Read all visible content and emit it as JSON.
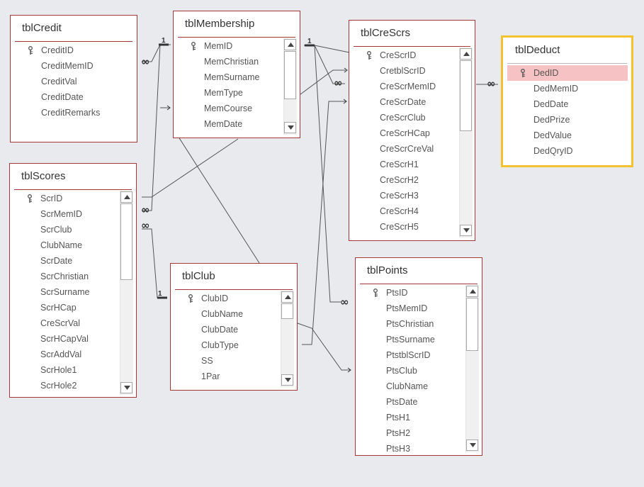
{
  "tables": {
    "credit": {
      "name": "tblCredit",
      "fields": [
        "CreditID",
        "CreditMemID",
        "CreditVal",
        "CreditDate",
        "CreditRemarks"
      ]
    },
    "membership": {
      "name": "tblMembership",
      "fields": [
        "MemID",
        "MemChristian",
        "MemSurname",
        "MemType",
        "MemCourse",
        "MemDate"
      ]
    },
    "crescrs": {
      "name": "tblCreScrs",
      "fields": [
        "CreScrID",
        "CretblScrID",
        "CreScrMemID",
        "CreScrDate",
        "CreScrClub",
        "CreScrHCap",
        "CreScrCreVal",
        "CreScrH1",
        "CreScrH2",
        "CreScrH3",
        "CreScrH4",
        "CreScrH5"
      ]
    },
    "deduct": {
      "name": "tblDeduct",
      "fields": [
        "DedID",
        "DedMemID",
        "DedDate",
        "DedPrize",
        "DedValue",
        "DedQryID"
      ]
    },
    "scores": {
      "name": "tblScores",
      "fields": [
        "ScrID",
        "ScrMemID",
        "ScrClub",
        "ClubName",
        "ScrDate",
        "ScrChristian",
        "ScrSurname",
        "ScrHCap",
        "CreScrVal",
        "ScrHCapVal",
        "ScrAddVal",
        "ScrHole1",
        "ScrHole2"
      ]
    },
    "club": {
      "name": "tblClub",
      "fields": [
        "ClubID",
        "ClubName",
        "ClubDate",
        "ClubType",
        "SS",
        "1Par"
      ]
    },
    "points": {
      "name": "tblPoints",
      "fields": [
        "PtsID",
        "PtsMemID",
        "PtsChristian",
        "PtsSurname",
        "PtstblScrID",
        "PtsClub",
        "ClubName",
        "PtsDate",
        "PtsH1",
        "PtsH2",
        "PtsH3"
      ]
    }
  },
  "relationship_labels": {
    "one": "1",
    "many": "∞"
  },
  "icons": {
    "primary_key": "key-icon",
    "scroll_up": "arrow-up-icon",
    "scroll_down": "arrow-down-icon"
  },
  "colors": {
    "table_border": "#a4373a",
    "selected_border": "#f2c230",
    "selected_row": "#f7c2c3",
    "canvas": "#e8eaee"
  }
}
